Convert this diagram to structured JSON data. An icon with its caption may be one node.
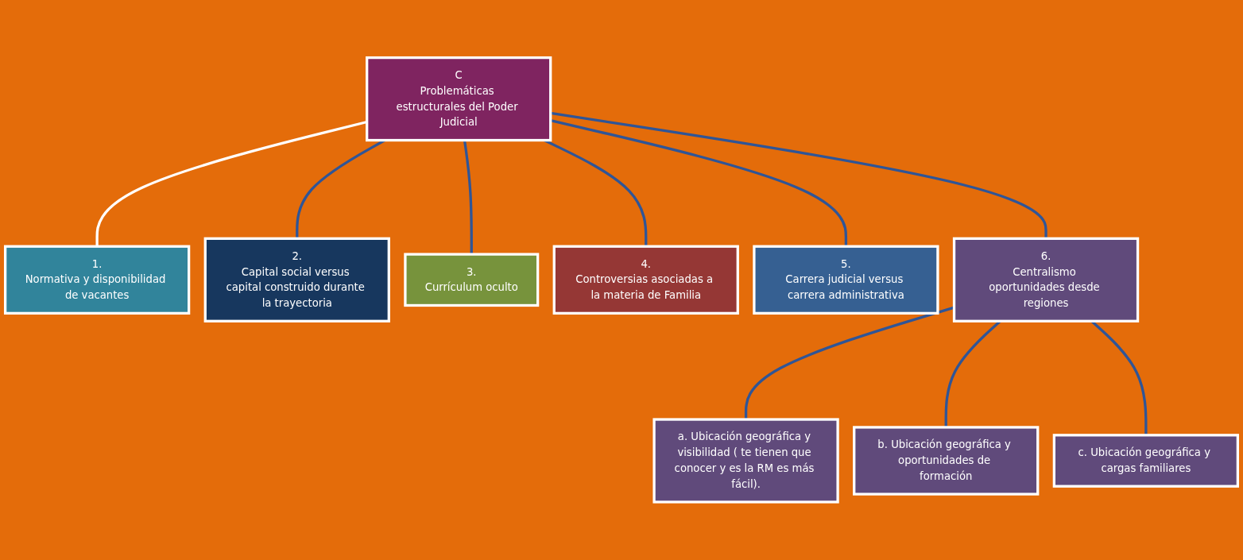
{
  "diagram": {
    "nodes": [
      {
        "text": [
          "C",
          "Problemáticas estructurales del Poder Judicial"
        ]
      },
      {
        "text": [
          "1.",
          "Normativa y disponibilidad de vacantes"
        ]
      },
      {
        "text": [
          "2.",
          "Capital social versus capital construido durante la trayectoria"
        ]
      },
      {
        "text": [
          "3.",
          "Currículum oculto"
        ]
      },
      {
        "text": [
          "4.",
          "Controversias asociadas a la materia de Familia"
        ]
      },
      {
        "text": [
          "5.",
          "Carrera judicial versus carrera administrativa"
        ]
      },
      {
        "text": [
          "6.",
          "Centralismo oportunidades desde regiones"
        ]
      },
      {
        "text": [
          "a. Ubicación geográfica y visibilidad ( te tienen que conocer y es la RM es más fácil)."
        ]
      },
      {
        "text": [
          "b. Ubicación geográfica y oportunidades de formación"
        ]
      },
      {
        "text": [
          "c. Ubicación geográfica y cargas familiares"
        ]
      }
    ],
    "edges": [
      {
        "from": 0,
        "to": 1,
        "arrow": "none",
        "color": "#ffffff"
      },
      {
        "from": 0,
        "to": 2,
        "arrow": "none"
      },
      {
        "from": 0,
        "to": 3,
        "arrow": "none"
      },
      {
        "from": 0,
        "to": 4,
        "arrow": "none"
      },
      {
        "from": 0,
        "to": 5,
        "arrow": "none"
      },
      {
        "from": 0,
        "to": 6,
        "arrow": "none"
      },
      {
        "from": 6,
        "to": 7,
        "arrow": "none"
      },
      {
        "from": 6,
        "to": 8,
        "arrow": "none"
      },
      {
        "from": 6,
        "to": 9,
        "arrow": "none"
      }
    ]
  }
}
